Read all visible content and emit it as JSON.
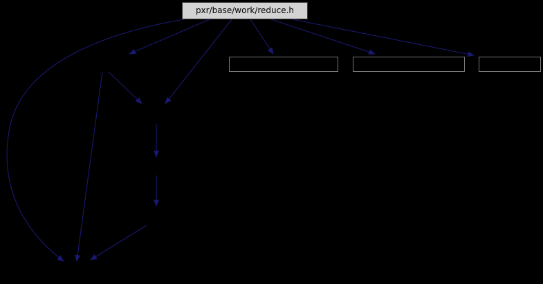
{
  "graph": {
    "root_label": "pxr/base/work/reduce.h",
    "empty_node_count": 3,
    "edge_count": 11,
    "colors": {
      "background": "#000000",
      "edge": "#191970",
      "root_fill": "#d3d3d3",
      "root_border": "#3c3c3c",
      "empty_node_border": "#7a7a7a",
      "root_text": "#000000"
    }
  }
}
